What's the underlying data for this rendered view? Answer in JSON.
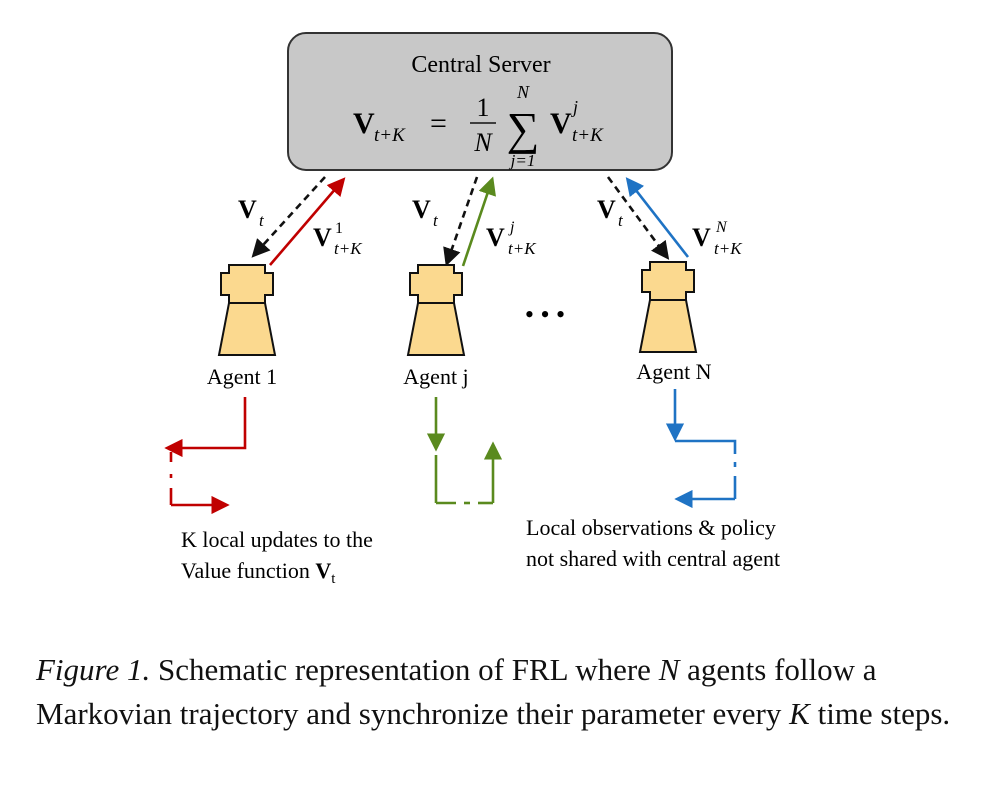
{
  "server": {
    "title": "Central Server",
    "formula": {
      "lhs_base": "V",
      "lhs_sub": "t+K",
      "frac_num": "1",
      "frac_den": "N",
      "sum_upper": "N",
      "sum_lower": "j=1",
      "rhs_base": "V",
      "rhs_sup": "j",
      "rhs_sub": "t+K"
    },
    "fill_color": "#c8c8c8"
  },
  "links": [
    {
      "down_base": "V",
      "down_sub": "t",
      "up_base": "V",
      "up_sup": "1",
      "up_sub": "t+K",
      "color": "#c00000"
    },
    {
      "down_base": "V",
      "down_sub": "t",
      "up_base": "V",
      "up_sup": "j",
      "up_sub": "t+K",
      "color": "#5a8a1e"
    },
    {
      "down_base": "V",
      "down_sub": "t",
      "up_base": "V",
      "up_sup": "N",
      "up_sub": "t+K",
      "color": "#1f73c4"
    }
  ],
  "agents": [
    {
      "label": "Agent 1"
    },
    {
      "label": "Agent j"
    },
    {
      "label": "Agent N"
    }
  ],
  "agent_fill": "#fbd98f",
  "ellipsis": "• • •",
  "notes": {
    "left_line1": "K local updates to the",
    "left_line2_text": "Value function ",
    "left_line2_base": "V",
    "left_line2_sub": "t",
    "right_line1": "Local observations & policy",
    "right_line2": "not shared with central agent"
  },
  "caption": {
    "lead": "Figure 1.",
    "part1": " Schematic representation of FRL where ",
    "var1": "N",
    "part2": " agents follow a Markovian trajectory and synchronize their parameter every ",
    "var2": "K",
    "part3": " time steps."
  }
}
